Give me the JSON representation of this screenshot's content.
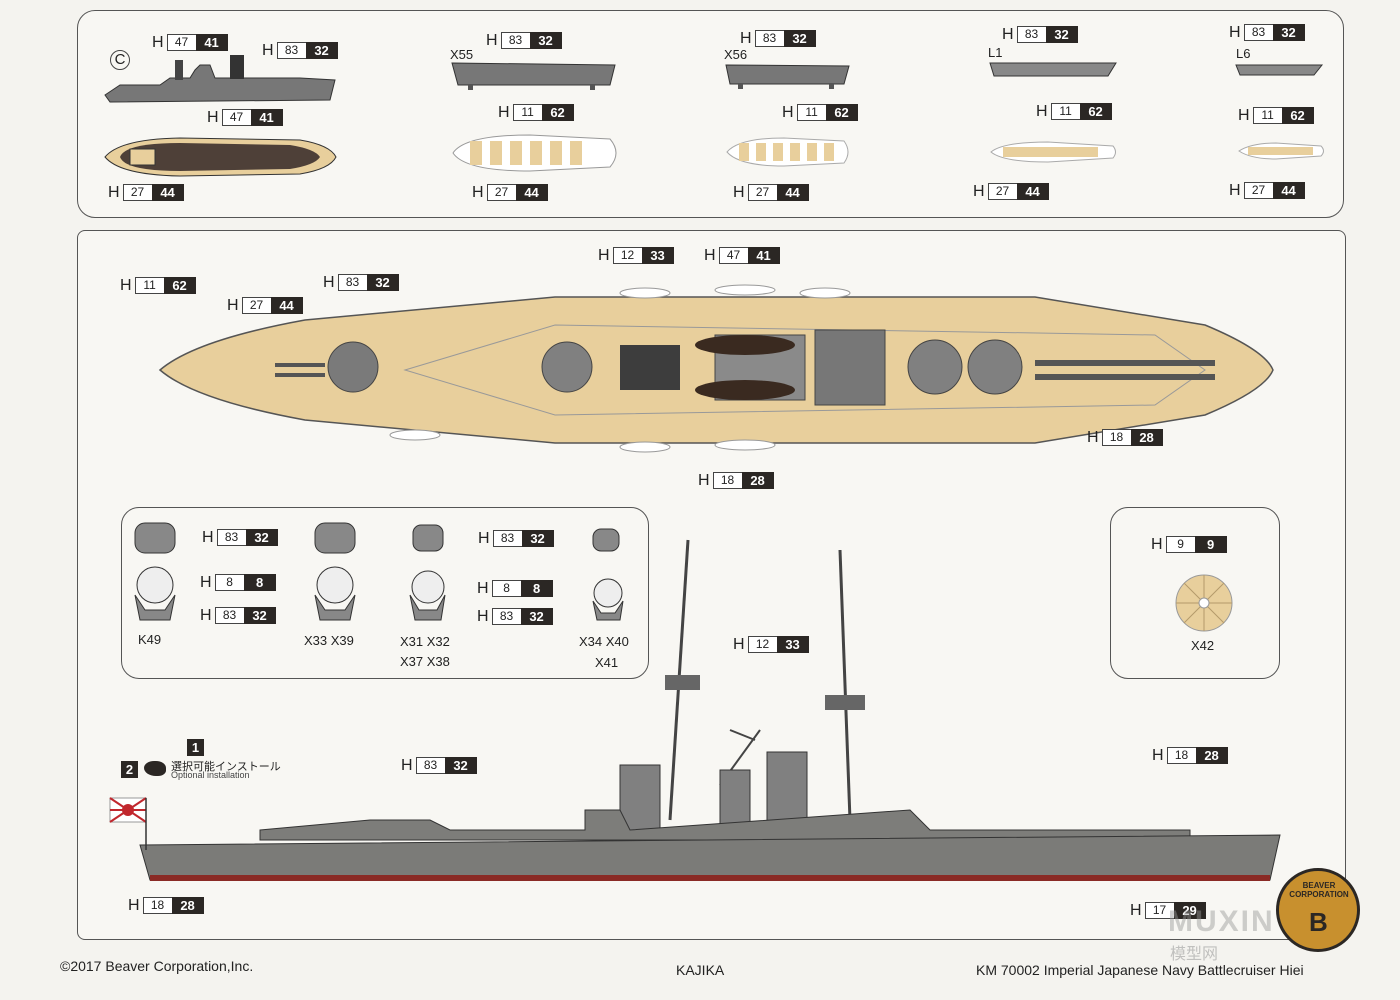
{
  "tags": {
    "t1": {
      "letter": "H",
      "white": "47",
      "black": "41"
    },
    "t2": {
      "letter": "H",
      "white": "83",
      "black": "32"
    },
    "t3": {
      "letter": "H",
      "white": "47",
      "black": "41"
    },
    "t4": {
      "letter": "H",
      "white": "27",
      "black": "44"
    },
    "t5": {
      "letter": "H",
      "white": "83",
      "black": "32"
    },
    "t6": {
      "letter": "H",
      "white": "11",
      "black": "62"
    },
    "t7": {
      "letter": "H",
      "white": "27",
      "black": "44"
    },
    "t8": {
      "letter": "H",
      "white": "83",
      "black": "32"
    },
    "t9": {
      "letter": "H",
      "white": "11",
      "black": "62"
    },
    "t10": {
      "letter": "H",
      "white": "27",
      "black": "44"
    },
    "t11": {
      "letter": "H",
      "white": "83",
      "black": "32"
    },
    "t12": {
      "letter": "H",
      "white": "11",
      "black": "62"
    },
    "t13": {
      "letter": "H",
      "white": "27",
      "black": "44"
    },
    "t14": {
      "letter": "H",
      "white": "83",
      "black": "32"
    },
    "t15": {
      "letter": "H",
      "white": "11",
      "black": "62"
    },
    "t16": {
      "letter": "H",
      "white": "27",
      "black": "44"
    },
    "p1": {
      "letter": "H",
      "white": "12",
      "black": "33"
    },
    "p2": {
      "letter": "H",
      "white": "47",
      "black": "41"
    },
    "p3": {
      "letter": "H",
      "white": "11",
      "black": "62"
    },
    "p4": {
      "letter": "H",
      "white": "83",
      "black": "32"
    },
    "p5": {
      "letter": "H",
      "white": "27",
      "black": "44"
    },
    "p6": {
      "letter": "H",
      "white": "18",
      "black": "28"
    },
    "p7": {
      "letter": "H",
      "white": "18",
      "black": "28"
    },
    "s1": {
      "letter": "H",
      "white": "83",
      "black": "32"
    },
    "s2": {
      "letter": "H",
      "white": "8",
      "black": "8"
    },
    "s3": {
      "letter": "H",
      "white": "83",
      "black": "32"
    },
    "s4": {
      "letter": "H",
      "white": "83",
      "black": "32"
    },
    "s5": {
      "letter": "H",
      "white": "8",
      "black": "8"
    },
    "s6": {
      "letter": "H",
      "white": "83",
      "black": "32"
    },
    "d1": {
      "letter": "H",
      "white": "9",
      "black": "9"
    },
    "e1": {
      "letter": "H",
      "white": "12",
      "black": "33"
    },
    "e2": {
      "letter": "H",
      "white": "83",
      "black": "32"
    },
    "e3": {
      "letter": "H",
      "white": "18",
      "black": "28"
    },
    "e4": {
      "letter": "H",
      "white": "18",
      "black": "28"
    },
    "e5": {
      "letter": "H",
      "white": "17",
      "black": "29"
    }
  },
  "labels": {
    "c": "C",
    "x55": "X55",
    "x56": "X56",
    "l1": "L1",
    "l6": "L6",
    "k49": "K49",
    "x33x39": "X33  X39",
    "x31x32": "X31  X32",
    "x37x38": "X37  X38",
    "x34x40": "X34  X40",
    "x41": "X41",
    "x42": "X42",
    "step1": "1",
    "step2": "2",
    "opt_jp": "選択可能インストール",
    "opt_en": "Optional installation"
  },
  "footer": {
    "copyright": "©2017 Beaver Corporation,Inc.",
    "author": "KAJIKA",
    "product": "KM 70002   Imperial Japanese Navy Battlecruiser Hiei"
  },
  "logo": {
    "text": "BEAVER CORPORATION",
    "initial": "B"
  },
  "watermark": {
    "latin": "MUXIN",
    "cjk": "模型网"
  },
  "colors": {
    "deck": "#e8cf9c",
    "hull": "#7b7b78",
    "boot": "#8a2a25",
    "dark": "#2b2724"
  }
}
